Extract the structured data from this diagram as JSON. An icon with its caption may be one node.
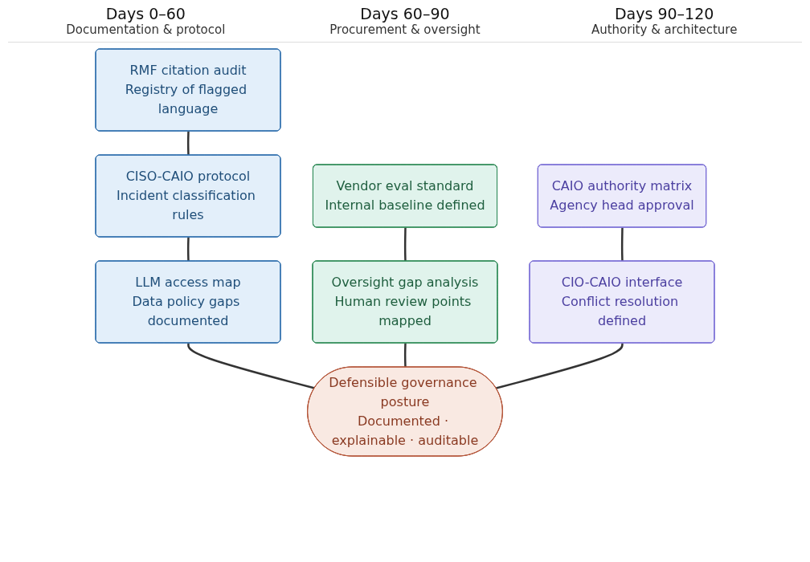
{
  "diagram": {
    "nodes": [
      {
        "text": [
          "RMF citation audit",
          "Registry of flagged language"
        ]
      },
      {
        "text": [
          "CISO-CAIO protocol",
          "Incident classification rules"
        ]
      },
      {
        "text": [
          "LLM access map",
          "Data policy gaps documented"
        ]
      },
      {
        "text": [
          "Vendor eval standard",
          "Internal baseline defined"
        ]
      },
      {
        "text": [
          "Oversight gap analysis",
          "Human review points mapped"
        ]
      },
      {
        "text": [
          "CAIO authority matrix",
          "Agency head approval"
        ]
      },
      {
        "text": [
          "CIO-CAIO interface",
          "Conflict resolution defined"
        ]
      },
      {
        "text": [
          "Defensible governance posture",
          "Documented · explainable · auditable"
        ]
      }
    ],
    "edges": [
      {
        "from": 0,
        "to": 1,
        "arrow": "none"
      },
      {
        "from": 1,
        "to": 2,
        "arrow": "none"
      },
      {
        "from": 2,
        "to": 7,
        "arrow": "none"
      },
      {
        "from": 3,
        "to": 4,
        "arrow": "none"
      },
      {
        "from": 4,
        "to": 7,
        "arrow": "none"
      },
      {
        "from": 5,
        "to": 6,
        "arrow": "none"
      },
      {
        "from": 6,
        "to": 7,
        "arrow": "none"
      }
    ],
    "labels": [
      "Days 0–60",
      "Days 60–90",
      "Days 90–120",
      "Documentation & protocol",
      "Procurement & oversight",
      "Authority & architecture"
    ]
  }
}
